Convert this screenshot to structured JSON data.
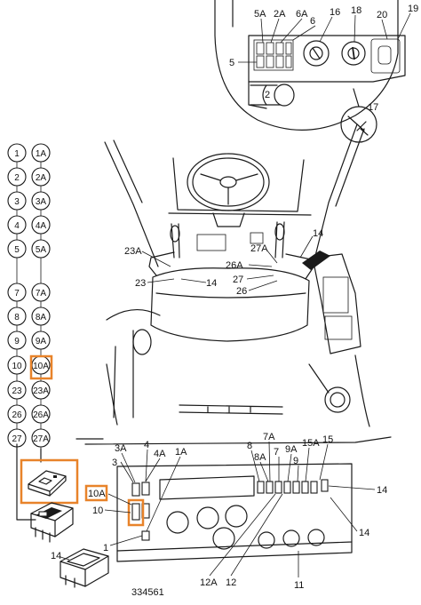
{
  "left_column": {
    "numbers": [
      "1",
      "2",
      "3",
      "4",
      "5",
      "7",
      "8",
      "9",
      "10",
      "23",
      "26",
      "27"
    ],
    "variants": [
      "1A",
      "2A",
      "3A",
      "4A",
      "5A",
      "7A",
      "8A",
      "9A",
      "10A",
      "23A",
      "26A",
      "27A"
    ],
    "highlighted": "10A"
  },
  "inset_labels": {
    "l5A": "5A",
    "l2A": "2A",
    "l6A": "6A",
    "l16": "16",
    "l18": "18",
    "l20": "20",
    "l19": "19",
    "l6": "6",
    "l5": "5",
    "l2": "2",
    "l17": "17"
  },
  "cab_labels": {
    "l23A": "23A",
    "l23": "23",
    "l14a": "14",
    "l14b": "14",
    "l26A": "26A",
    "l27A": "27A",
    "l27": "27",
    "l26": "26"
  },
  "panel_labels": {
    "l3A": "3A",
    "l4": "4",
    "l1A": "1A",
    "l3": "3",
    "l4A": "4A",
    "l10A": "10A",
    "l10": "10",
    "l1": "1",
    "l8": "8",
    "l7A": "7A",
    "l8A": "8A",
    "l7": "7",
    "l9A": "9A",
    "l15A": "15A",
    "l15": "15",
    "l9": "9",
    "l14c": "14",
    "l14d": "14",
    "l14e": "14",
    "l12A": "12A",
    "l12": "12",
    "l11": "11"
  },
  "figure_number": "334561",
  "colors": {
    "highlight": "#e8832a",
    "line": "#1a1a1a"
  }
}
